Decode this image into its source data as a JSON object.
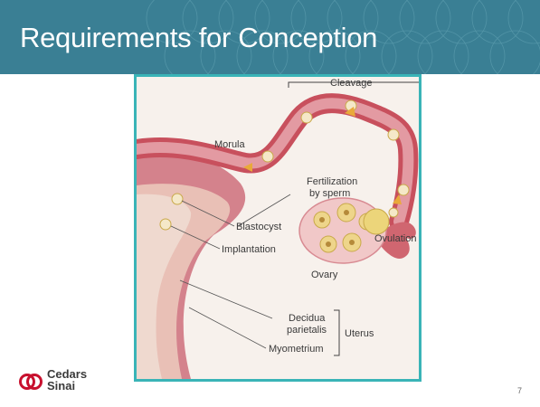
{
  "slide": {
    "title": "Requirements for Conception",
    "page_number": "7"
  },
  "figure": {
    "labels": {
      "cleavage": "Cleavage",
      "morula": "Morula",
      "fertilization_line1": "Fertilization",
      "fertilization_line2": "by sperm",
      "blastocyst": "Blastocyst",
      "implantation": "Implantation",
      "ovulation": "Ovulation",
      "ovary": "Ovary",
      "decidua_line1": "Decidua",
      "decidua_line2": "parietalis",
      "myometrium": "Myometrium",
      "uterus": "Uterus"
    }
  },
  "logo": {
    "line1": "Cedars",
    "line2": "Sinai"
  },
  "colors": {
    "header": "#3a7f94",
    "figure_border": "#3ab4b7",
    "tube": "#c8505d",
    "egg": "#e6cf7e"
  }
}
